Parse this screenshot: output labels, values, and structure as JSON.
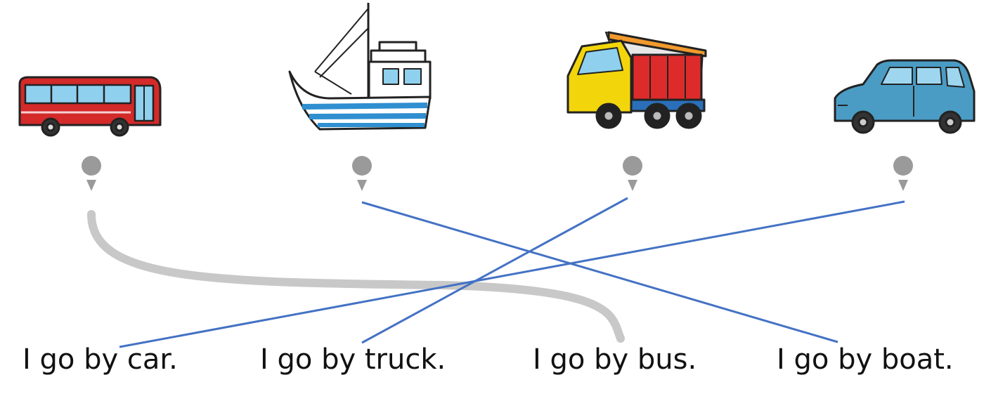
{
  "pictures": [
    {
      "icon": "bus-icon",
      "body_color": "#d42a2a"
    },
    {
      "icon": "boat-icon",
      "body_color": "#2f8fd0"
    },
    {
      "icon": "truck-icon",
      "body_color": "#f2d60b"
    },
    {
      "icon": "car-icon",
      "body_color": "#4a9cc4"
    }
  ],
  "sentences": [
    {
      "text": "I go by car."
    },
    {
      "text": "I go by truck."
    },
    {
      "text": "I go by bus."
    },
    {
      "text": "I go by boat."
    }
  ],
  "matches": [
    {
      "picture": 0,
      "sentence": 2,
      "style": "example"
    },
    {
      "picture": 1,
      "sentence": 3,
      "style": "answer"
    },
    {
      "picture": 2,
      "sentence": 1,
      "style": "answer"
    },
    {
      "picture": 3,
      "sentence": 0,
      "style": "answer"
    }
  ],
  "colors": {
    "answer_line": "#4472c4",
    "example_line": "#c8c8c8",
    "dot": "#9a9a9a"
  }
}
